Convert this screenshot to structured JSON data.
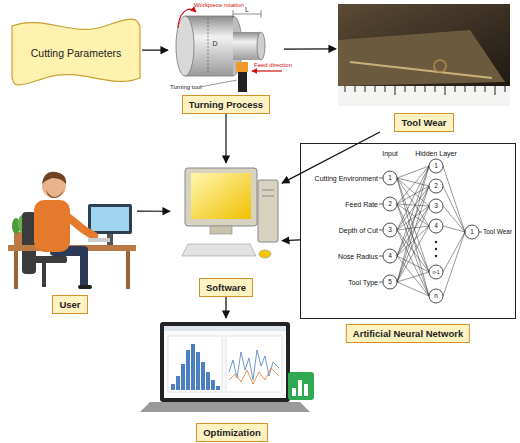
{
  "diagram": {
    "nodes": [
      {
        "text": [
          "Cutting Parameters"
        ]
      },
      {
        "text": [
          "Turning Process"
        ]
      },
      {
        "text": [
          "Tool Wear"
        ]
      },
      {
        "text": [
          "User"
        ]
      },
      {
        "text": [
          "Software"
        ]
      },
      {
        "text": [
          "Artificial Neural Network"
        ]
      },
      {
        "text": [
          "Optimization"
        ]
      }
    ],
    "edges": [
      {
        "from": 0,
        "to": 1,
        "arrow": "to"
      },
      {
        "from": 1,
        "to": 2,
        "arrow": "to"
      },
      {
        "from": 2,
        "to": 4,
        "arrow": "to"
      },
      {
        "from": 1,
        "to": 4,
        "arrow": "to"
      },
      {
        "from": 3,
        "to": 4,
        "arrow": "to"
      },
      {
        "from": 5,
        "to": 4,
        "arrow": "to"
      },
      {
        "from": 4,
        "to": 6,
        "arrow": "to"
      }
    ],
    "labels": [
      "Workpiece rotation",
      "L",
      "D",
      "Turning tool",
      "Feed direction",
      "Input",
      "Hidden Layer",
      "Cutting Environment",
      "Feed Rate",
      "Depth of Cut",
      "Nose Radius",
      "Tool Type",
      "1",
      "2",
      "3",
      "4",
      "5",
      "1",
      "2",
      "3",
      "4",
      "n-1",
      "n",
      "1",
      "Tool Wear"
    ]
  }
}
